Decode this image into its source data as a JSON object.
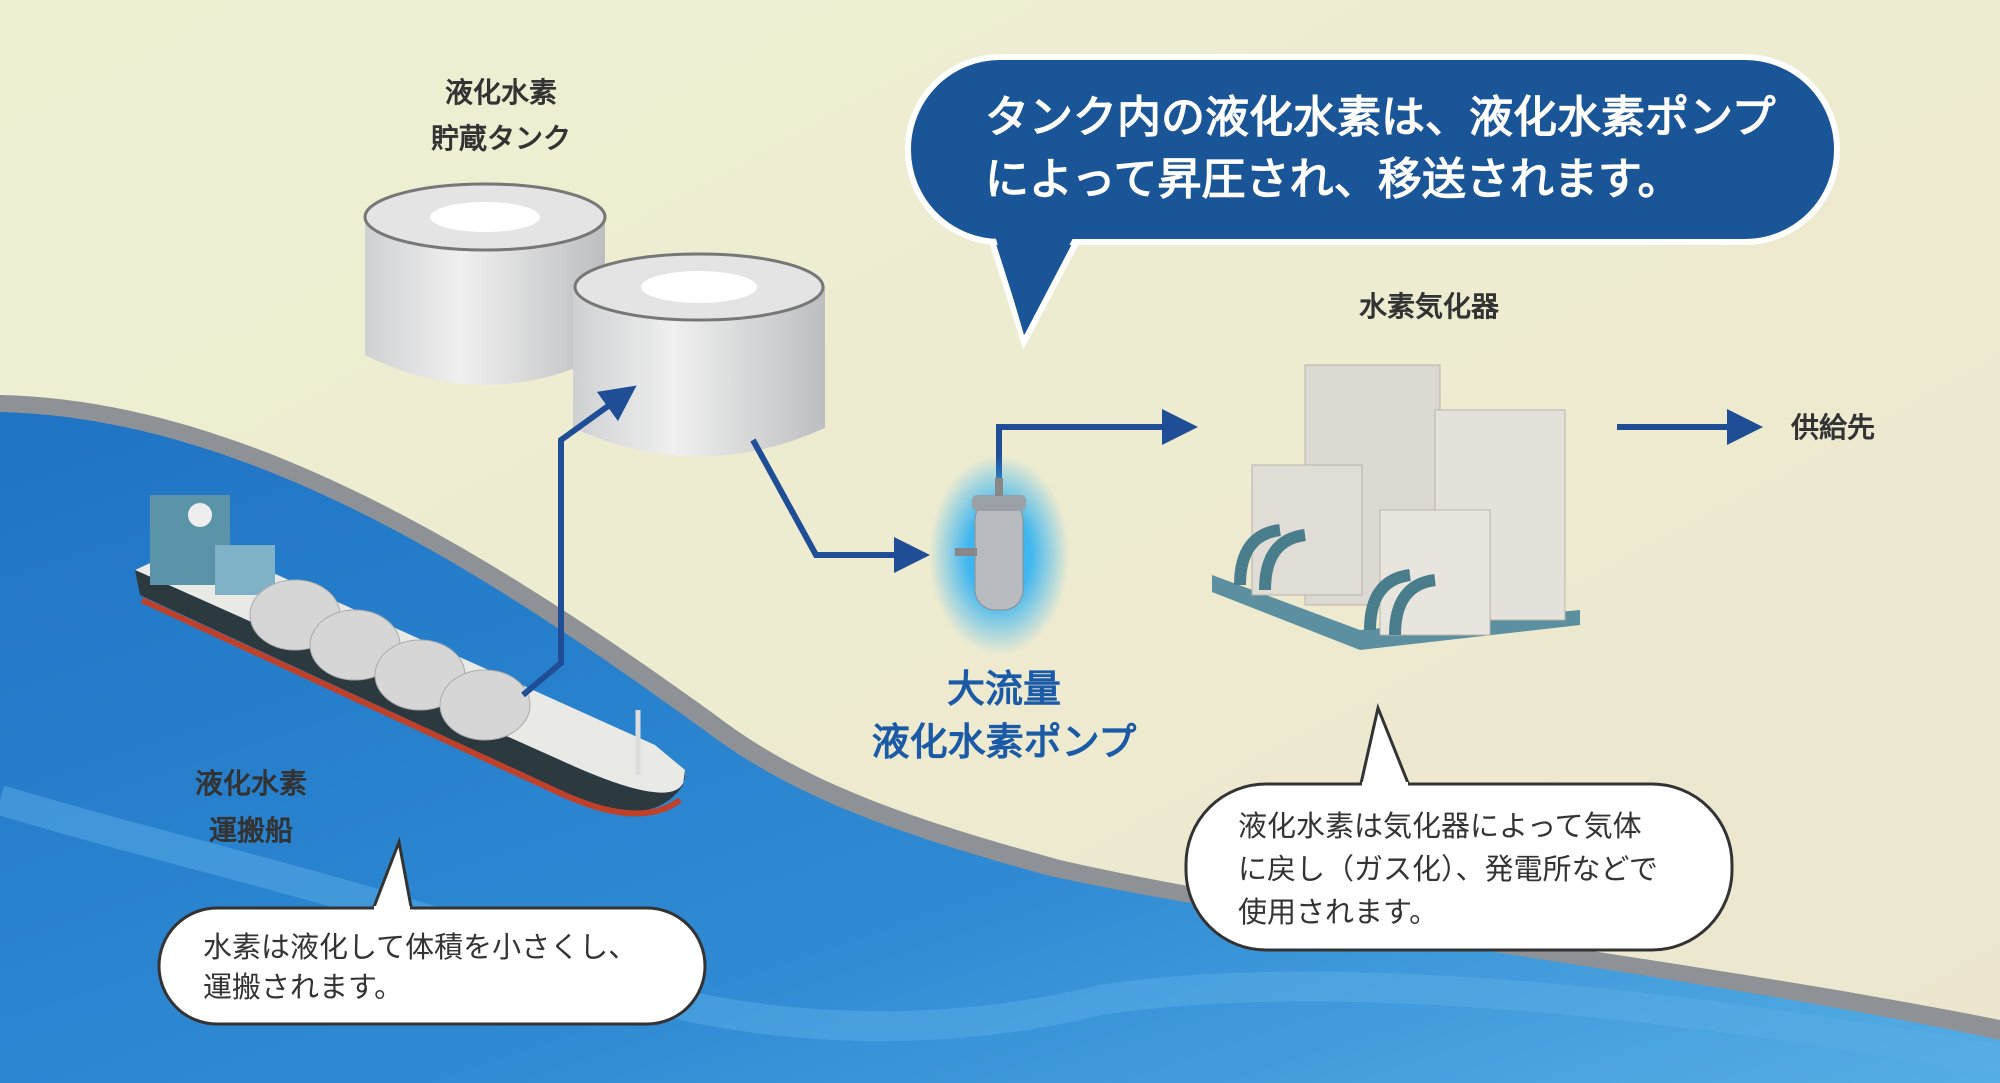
{
  "labels": {
    "tank": [
      "液化水素",
      "貯蔵タンク"
    ],
    "ship": [
      "液化水素",
      "運搬船"
    ],
    "pump": [
      "大流量",
      "液化水素ポンプ"
    ],
    "vaporizer": "水素気化器",
    "destination": "供給先"
  },
  "bubbles": {
    "main": [
      "タンク内の液化水素は、液化水素ポンプ",
      "によって昇圧され、移送されます。"
    ],
    "ship_note": [
      "水素は液化して体積を小さくし、",
      "運搬されます。"
    ],
    "vaporizer_note": [
      "液化水素は気化器によって気体",
      "に戻し（ガス化）、発電所などで",
      "使用されます。"
    ]
  },
  "colors": {
    "land": "#e9ecc9",
    "sea": "#2f86cf",
    "arrow": "#1f4e96",
    "bubble_main": "#1a5597",
    "pump_glow": "#3fb6f0"
  }
}
